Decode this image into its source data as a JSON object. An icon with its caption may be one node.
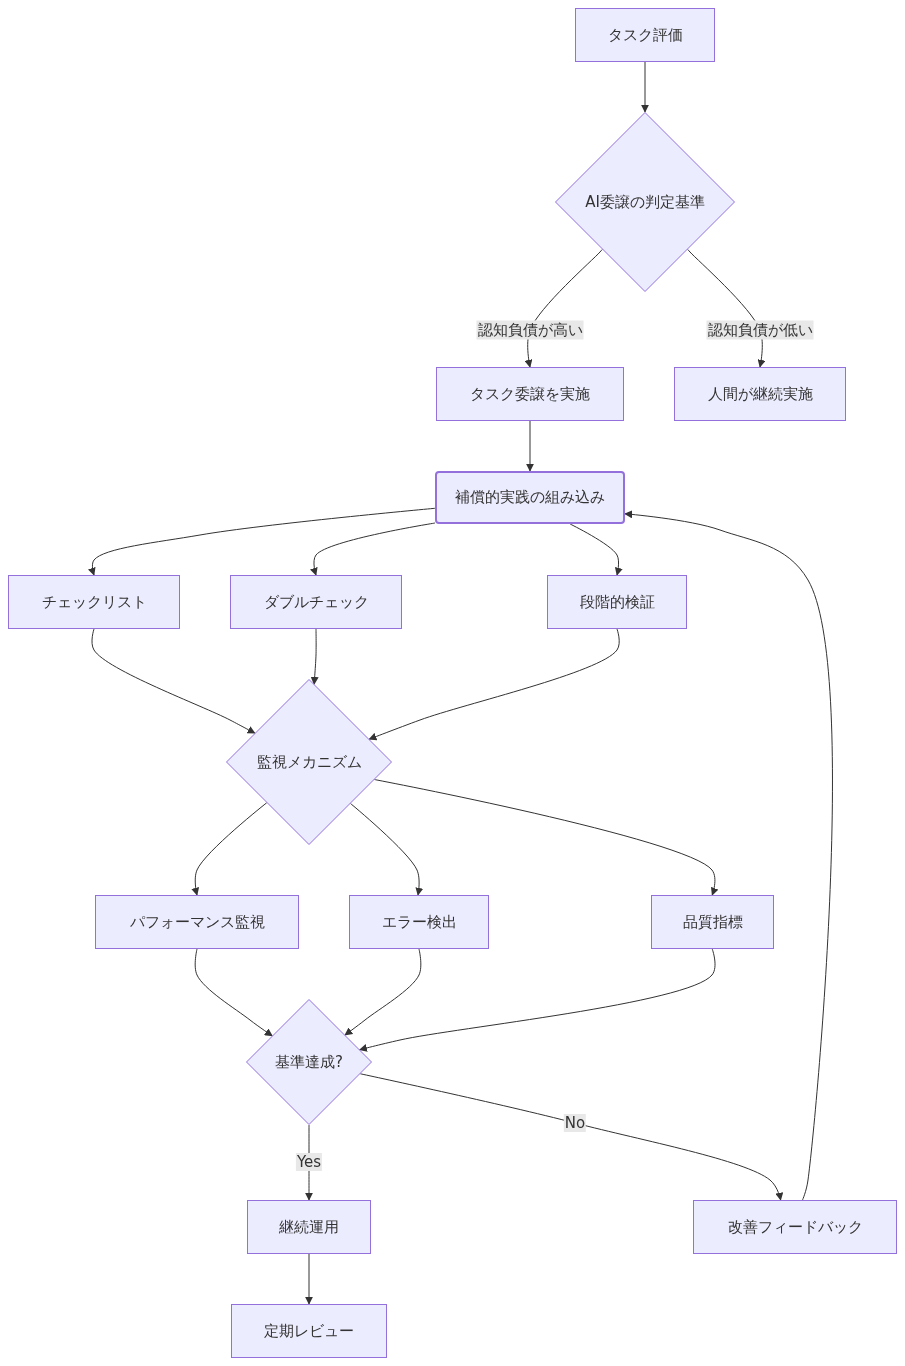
{
  "diagram": {
    "nodes": [
      {
        "text": [
          "タスク評価"
        ]
      },
      {
        "text": [
          "AI委譲の判定基準"
        ]
      },
      {
        "text": [
          "タスク委譲を実施"
        ]
      },
      {
        "text": [
          "人間が継続実施"
        ]
      },
      {
        "text": [
          "補償的実践の組み込み"
        ]
      },
      {
        "text": [
          "チェックリスト"
        ]
      },
      {
        "text": [
          "ダブルチェック"
        ]
      },
      {
        "text": [
          "段階的検証"
        ]
      },
      {
        "text": [
          "監視メカニズム"
        ]
      },
      {
        "text": [
          "パフォーマンス監視"
        ]
      },
      {
        "text": [
          "エラー検出"
        ]
      },
      {
        "text": [
          "品質指標"
        ]
      },
      {
        "text": [
          "基準達成?"
        ]
      },
      {
        "text": [
          "継続運用"
        ]
      },
      {
        "text": [
          "定期レビュー"
        ]
      },
      {
        "text": [
          "改善フィードバック"
        ]
      }
    ],
    "edges": [
      {
        "from": 0,
        "to": 1,
        "arrow": "to"
      },
      {
        "from": 1,
        "to": 2,
        "arrow": "to",
        "label": "認知負債が高い"
      },
      {
        "from": 1,
        "to": 3,
        "arrow": "to",
        "label": "認知負債が低い"
      },
      {
        "from": 2,
        "to": 4,
        "arrow": "to"
      },
      {
        "from": 4,
        "to": 5,
        "arrow": "to"
      },
      {
        "from": 4,
        "to": 6,
        "arrow": "to"
      },
      {
        "from": 4,
        "to": 7,
        "arrow": "to"
      },
      {
        "from": 5,
        "to": 8,
        "arrow": "to"
      },
      {
        "from": 6,
        "to": 8,
        "arrow": "to"
      },
      {
        "from": 7,
        "to": 8,
        "arrow": "to"
      },
      {
        "from": 8,
        "to": 9,
        "arrow": "to"
      },
      {
        "from": 8,
        "to": 10,
        "arrow": "to"
      },
      {
        "from": 8,
        "to": 11,
        "arrow": "to"
      },
      {
        "from": 9,
        "to": 12,
        "arrow": "to"
      },
      {
        "from": 10,
        "to": 12,
        "arrow": "to"
      },
      {
        "from": 11,
        "to": 12,
        "arrow": "to"
      },
      {
        "from": 12,
        "to": 13,
        "arrow": "to",
        "label": "Yes"
      },
      {
        "from": 12,
        "to": 15,
        "arrow": "to",
        "label": "No"
      },
      {
        "from": 13,
        "to": 14,
        "arrow": "to"
      },
      {
        "from": 15,
        "to": 4,
        "arrow": "to"
      }
    ]
  }
}
